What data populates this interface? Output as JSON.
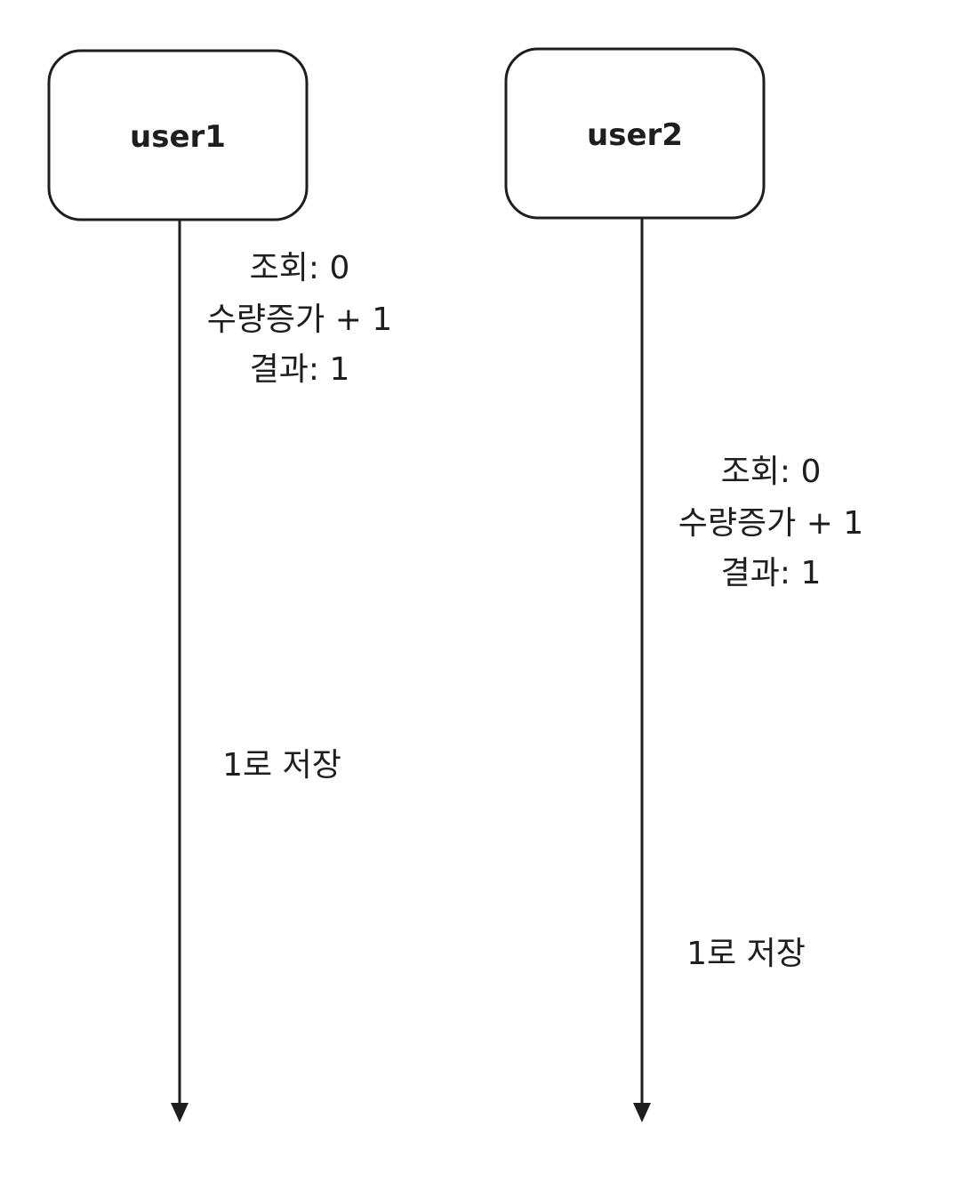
{
  "colors": {
    "stroke": "#1e1e1e",
    "background": "#ffffff"
  },
  "lanes": [
    {
      "actor": "user1",
      "steps": [
        {
          "lines": [
            "조회: 0",
            "수량증가 + 1",
            "결과: 1"
          ]
        },
        {
          "lines": [
            "1로 저장"
          ]
        }
      ]
    },
    {
      "actor": "user2",
      "steps": [
        {
          "lines": [
            "조회: 0",
            "수량증가 + 1",
            "결과: 1"
          ]
        },
        {
          "lines": [
            "1로 저장"
          ]
        }
      ]
    }
  ]
}
